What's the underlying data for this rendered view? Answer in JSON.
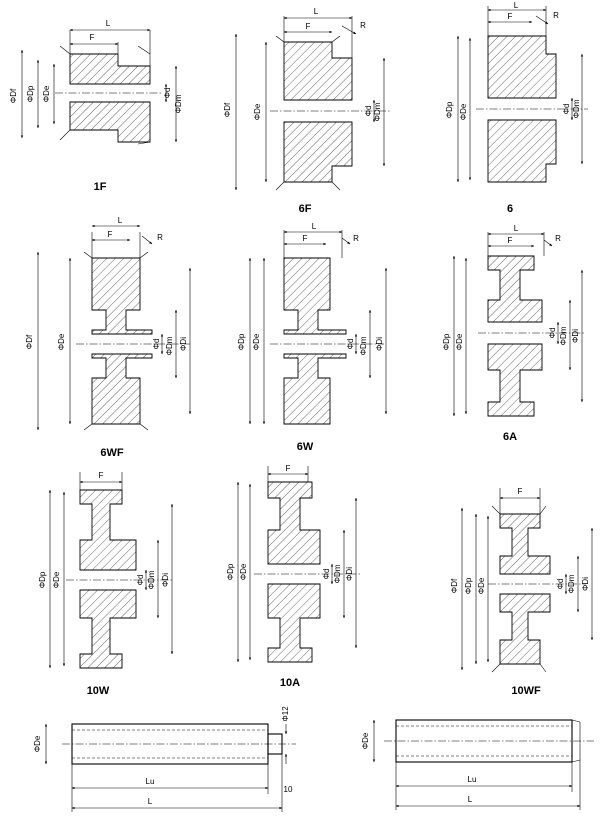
{
  "figures": [
    {
      "id": "1F",
      "caption": "1F",
      "labels": {
        "L": "L",
        "F": "F",
        "Df": "ΦDf",
        "Dp": "ΦDp",
        "De": "ΦDe",
        "d": "Φd",
        "Dm": "ΦDm"
      }
    },
    {
      "id": "6F",
      "caption": "6F",
      "labels": {
        "L": "L",
        "F": "F",
        "R": "R",
        "Df": "ΦDf",
        "De": "ΦDe",
        "d": "Φd",
        "Dm": "ΦDm"
      }
    },
    {
      "id": "6",
      "caption": "6",
      "labels": {
        "L": "L",
        "F": "F",
        "R": "R",
        "Dp": "ΦDp",
        "De": "ΦDe",
        "d": "Φd",
        "Dm": "ΦDm"
      }
    },
    {
      "id": "6WF",
      "caption": "6WF",
      "labels": {
        "L": "L",
        "F": "F",
        "R": "R",
        "Df": "ΦDf",
        "De": "ΦDe",
        "d": "Φd",
        "Dm": "ΦDm",
        "Di": "ΦDi"
      }
    },
    {
      "id": "6W",
      "caption": "6W",
      "labels": {
        "L": "L",
        "F": "F",
        "R": "R",
        "Dp": "ΦDp",
        "De": "ΦDe",
        "d": "Φd",
        "Dm": "ΦDm",
        "Di": "ΦDi"
      }
    },
    {
      "id": "6A",
      "caption": "6A",
      "labels": {
        "L": "L",
        "F": "F",
        "R": "R",
        "Dp": "ΦDp",
        "De": "ΦDe",
        "d": "Φd",
        "Dm": "ΦDm",
        "Di": "ΦDi"
      }
    },
    {
      "id": "10W",
      "caption": "10W",
      "labels": {
        "F": "F",
        "Dp": "ΦDp",
        "De": "ΦDe",
        "d": "Φd",
        "Dm": "ΦDm",
        "Di": "ΦDi"
      }
    },
    {
      "id": "10A",
      "caption": "10A",
      "labels": {
        "F": "F",
        "Dp": "ΦDp",
        "De": "ΦDe",
        "d": "Φd",
        "Dm": "ΦDm",
        "Di": "ΦDi"
      }
    },
    {
      "id": "10WF",
      "caption": "10WF",
      "labels": {
        "F": "F",
        "Df": "ΦDf",
        "Dp": "ΦDp",
        "De": "ΦDe",
        "d": "Φd",
        "Dm": "ΦDm",
        "Di": "ΦDi"
      }
    },
    {
      "id": "bar-stepped",
      "caption": "",
      "labels": {
        "De": "ΦDe",
        "phi12": "Φ12",
        "Lu": "Lu",
        "L": "L",
        "ten": "10"
      }
    },
    {
      "id": "bar-plain",
      "caption": "",
      "labels": {
        "De": "ΦDe",
        "Lu": "Lu",
        "L": "L"
      }
    }
  ]
}
